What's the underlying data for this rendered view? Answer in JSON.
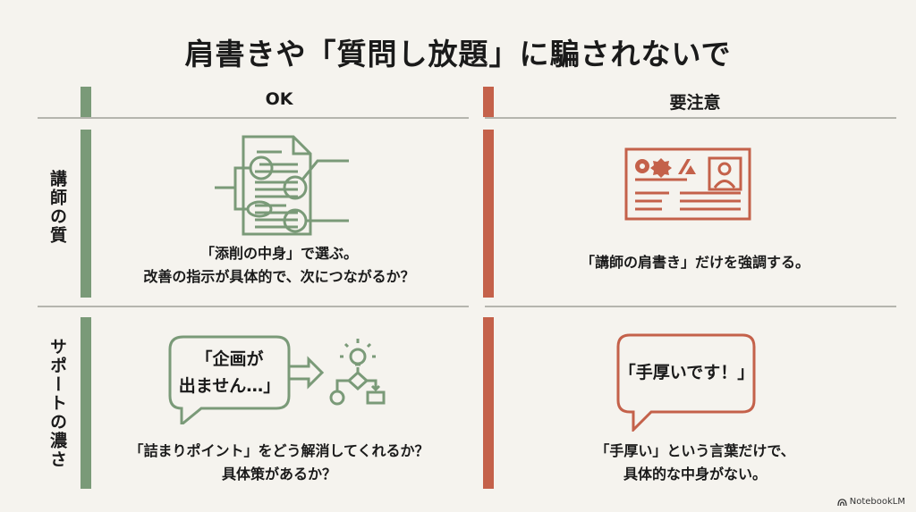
{
  "title": "肩書きや「質問し放題」に騙されないで",
  "columns": {
    "ok": {
      "label": "OK",
      "color": "#7a9a78"
    },
    "caution": {
      "label": "要注意",
      "color": "#c4614a"
    }
  },
  "rows": [
    {
      "label": "講師の質",
      "ok": {
        "icon": "annotated-document-icon",
        "caption_line1": "「添削の中身」で選ぶ。",
        "caption_line2": "改善の指示が具体的で、次につながるか？"
      },
      "caution": {
        "icon": "business-card-icon",
        "caption_line1": "「講師の肩書き」だけを強調する。"
      }
    },
    {
      "label": "サポートの濃さ",
      "ok": {
        "icon": "speech-bubble-flowchart-icon",
        "bubble_line1": "「企画が",
        "bubble_line2": "出ません…」",
        "caption_line1": "「詰まりポイント」をどう解消してくれるか？",
        "caption_line2": "具体策があるか？"
      },
      "caution": {
        "icon": "speech-bubble-icon",
        "bubble_line1": "「手厚いです！」",
        "caption_line1": "「手厚い」という言葉だけで、",
        "caption_line2": "具体的な中身がない。"
      }
    }
  ],
  "brand": "NotebookLM"
}
